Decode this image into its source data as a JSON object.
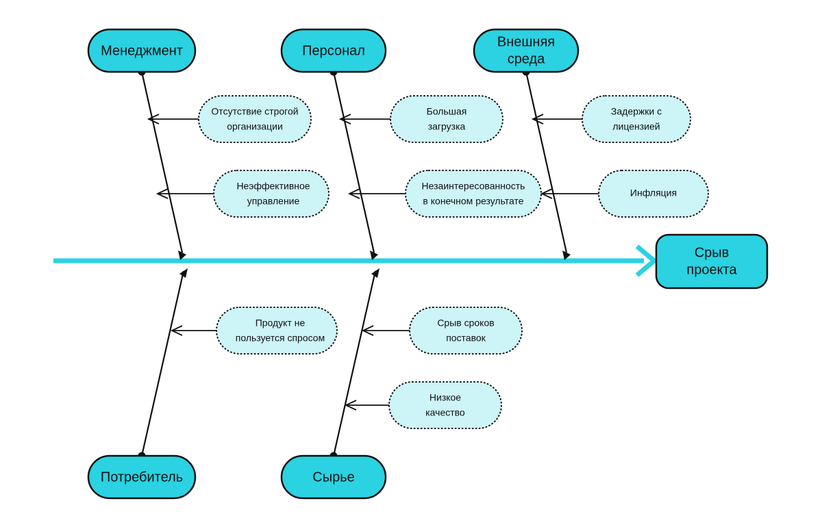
{
  "diagram": {
    "type": "fishbone-ishikawa",
    "language": "ru",
    "effect": {
      "label_line1": "Срыв",
      "label_line2": "проекта"
    },
    "colors": {
      "accent": "#2ad2e2",
      "sub_fill": "#cdf4f7",
      "stroke": "#111111",
      "background": "#ffffff"
    },
    "categories_top": [
      {
        "id": "management",
        "label_line1": "Менеджмент",
        "label_line2": "",
        "causes": [
          {
            "line1": "Отсутствие строгой",
            "line2": "организации"
          },
          {
            "line1": "Неэффективное",
            "line2": "управление"
          }
        ]
      },
      {
        "id": "personnel",
        "label_line1": "Персонал",
        "label_line2": "",
        "causes": [
          {
            "line1": "Большая",
            "line2": "загрузка"
          },
          {
            "line1": "Незаинтересованность",
            "line2": "в конечном результате"
          }
        ]
      },
      {
        "id": "external-environment",
        "label_line1": "Внешняя",
        "label_line2": "среда",
        "causes": [
          {
            "line1": "Задержки с",
            "line2": "лицензией"
          },
          {
            "line1": "Инфляция",
            "line2": ""
          }
        ]
      }
    ],
    "categories_bottom": [
      {
        "id": "consumer",
        "label_line1": "Потребитель",
        "label_line2": "",
        "causes": [
          {
            "line1": "Продукт не",
            "line2": "пользуется спросом"
          }
        ]
      },
      {
        "id": "raw-materials",
        "label_line1": "Сырье",
        "label_line2": "",
        "causes": [
          {
            "line1": "Срыв сроков",
            "line2": "поставок"
          },
          {
            "line1": "Низкое",
            "line2": "качество"
          }
        ]
      }
    ]
  }
}
